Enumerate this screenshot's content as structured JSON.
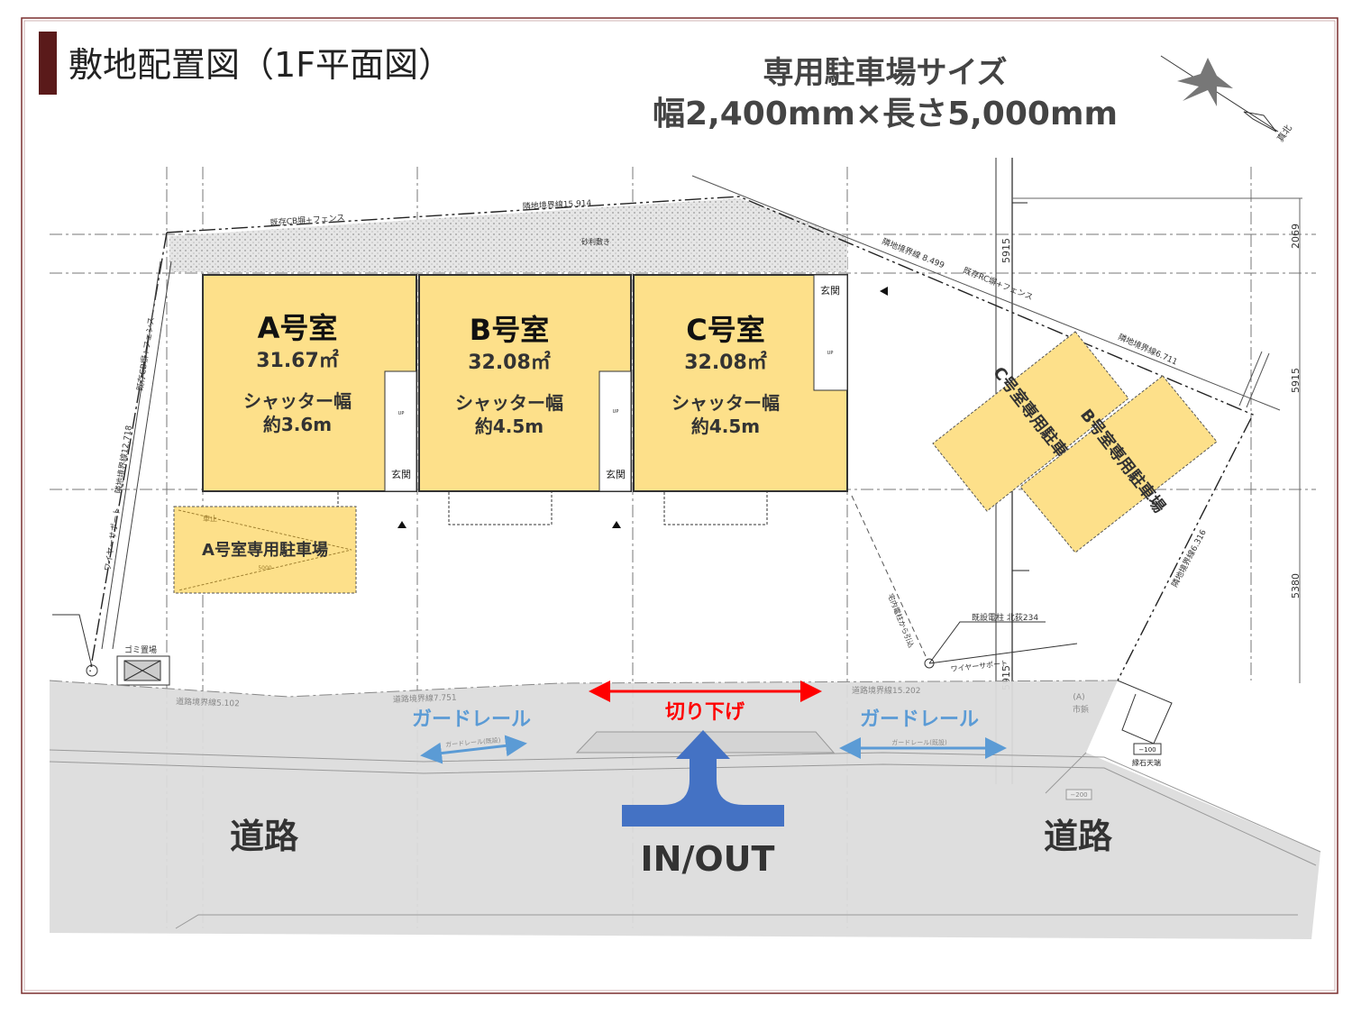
{
  "title": "敷地配置図（1F平面図）",
  "parking_size": {
    "heading": "専用駐車場サイズ",
    "dimensions": "幅2,400mm×長さ5,000mm"
  },
  "compass": {
    "label": "真北"
  },
  "rooms": [
    {
      "name": "A号室",
      "area": "31.67㎡",
      "shutter_label": "シャッター幅",
      "shutter_width": "約3.6m"
    },
    {
      "name": "B号室",
      "area": "32.08㎡",
      "shutter_label": "シャッター幅",
      "shutter_width": "約4.5m"
    },
    {
      "name": "C号室",
      "area": "32.08㎡",
      "shutter_label": "シャッター幅",
      "shutter_width": "約4.5m"
    }
  ],
  "entrance_label": "玄関",
  "stairs_label": "UP",
  "parking": {
    "a": "A号室専用駐車場",
    "b": "B号室専用駐車場",
    "c": "C号室専用駐車場",
    "length": "5000",
    "stopper": "車止"
  },
  "site_labels": {
    "existing_cb_fence": "既存CB塀+フェンス",
    "boundary_north": "隣地境界線15.914",
    "gravel": "砂利敷き",
    "boundary_ne1": "隣地境界線 8.499",
    "existing_rc_fence": "既存RC塀+フェンス",
    "boundary_ne2": "隣地境界線6.711",
    "boundary_e": "隣地境界線6.316",
    "boundary_w": "隣地境界線12.718",
    "wire_support": "ワイヤーサポート",
    "utility_pole": "既設電柱 北荻234",
    "service_line": "宅内電柱から引込",
    "garbage": "ゴミ置場"
  },
  "dimensions": [
    "2069",
    "5915",
    "5380",
    "5915",
    "5915"
  ],
  "road": {
    "boundary_1": "道路境界線5.102",
    "boundary_2": "道路境界線7.751",
    "boundary_3": "道路境界線15.202",
    "guardrail_label": "ガードレール",
    "guardrail_existing": "ガードレール(既設)",
    "curb_cut": "切り下げ",
    "road_label": "道路",
    "in_out": "IN/OUT",
    "marker_a": "(A)",
    "marker_city": "市鋲",
    "level_1": "−100",
    "curb_top": "縁石天端",
    "level_2": "−200"
  },
  "colors": {
    "frame": "#7a2e2e",
    "room_fill": "#fde08a",
    "road_fill": "#dcdcdc",
    "guardrail_blue": "#5b9bd5",
    "arrow_blue": "#4472c4",
    "curb_red": "#ff0000"
  }
}
